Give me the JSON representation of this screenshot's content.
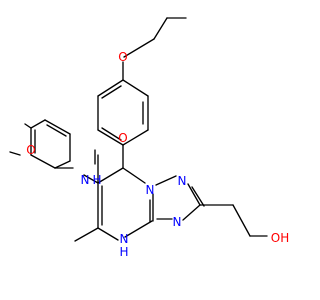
{
  "atom_labels": {
    "ethoxy_o": "O",
    "methoxy_o": "O",
    "amide_o": "O",
    "amide_nh": "N",
    "amide_nh_h": "H",
    "triazole_n1": "N",
    "triazole_n2": "N",
    "triazole_n4": "N",
    "ring_nh": "N",
    "ring_nh_h": "H",
    "hydroxyl": "OH"
  },
  "colors": {
    "bond": "#000000",
    "oxygen": "#ff0000",
    "nitrogen": "#0000ff"
  }
}
